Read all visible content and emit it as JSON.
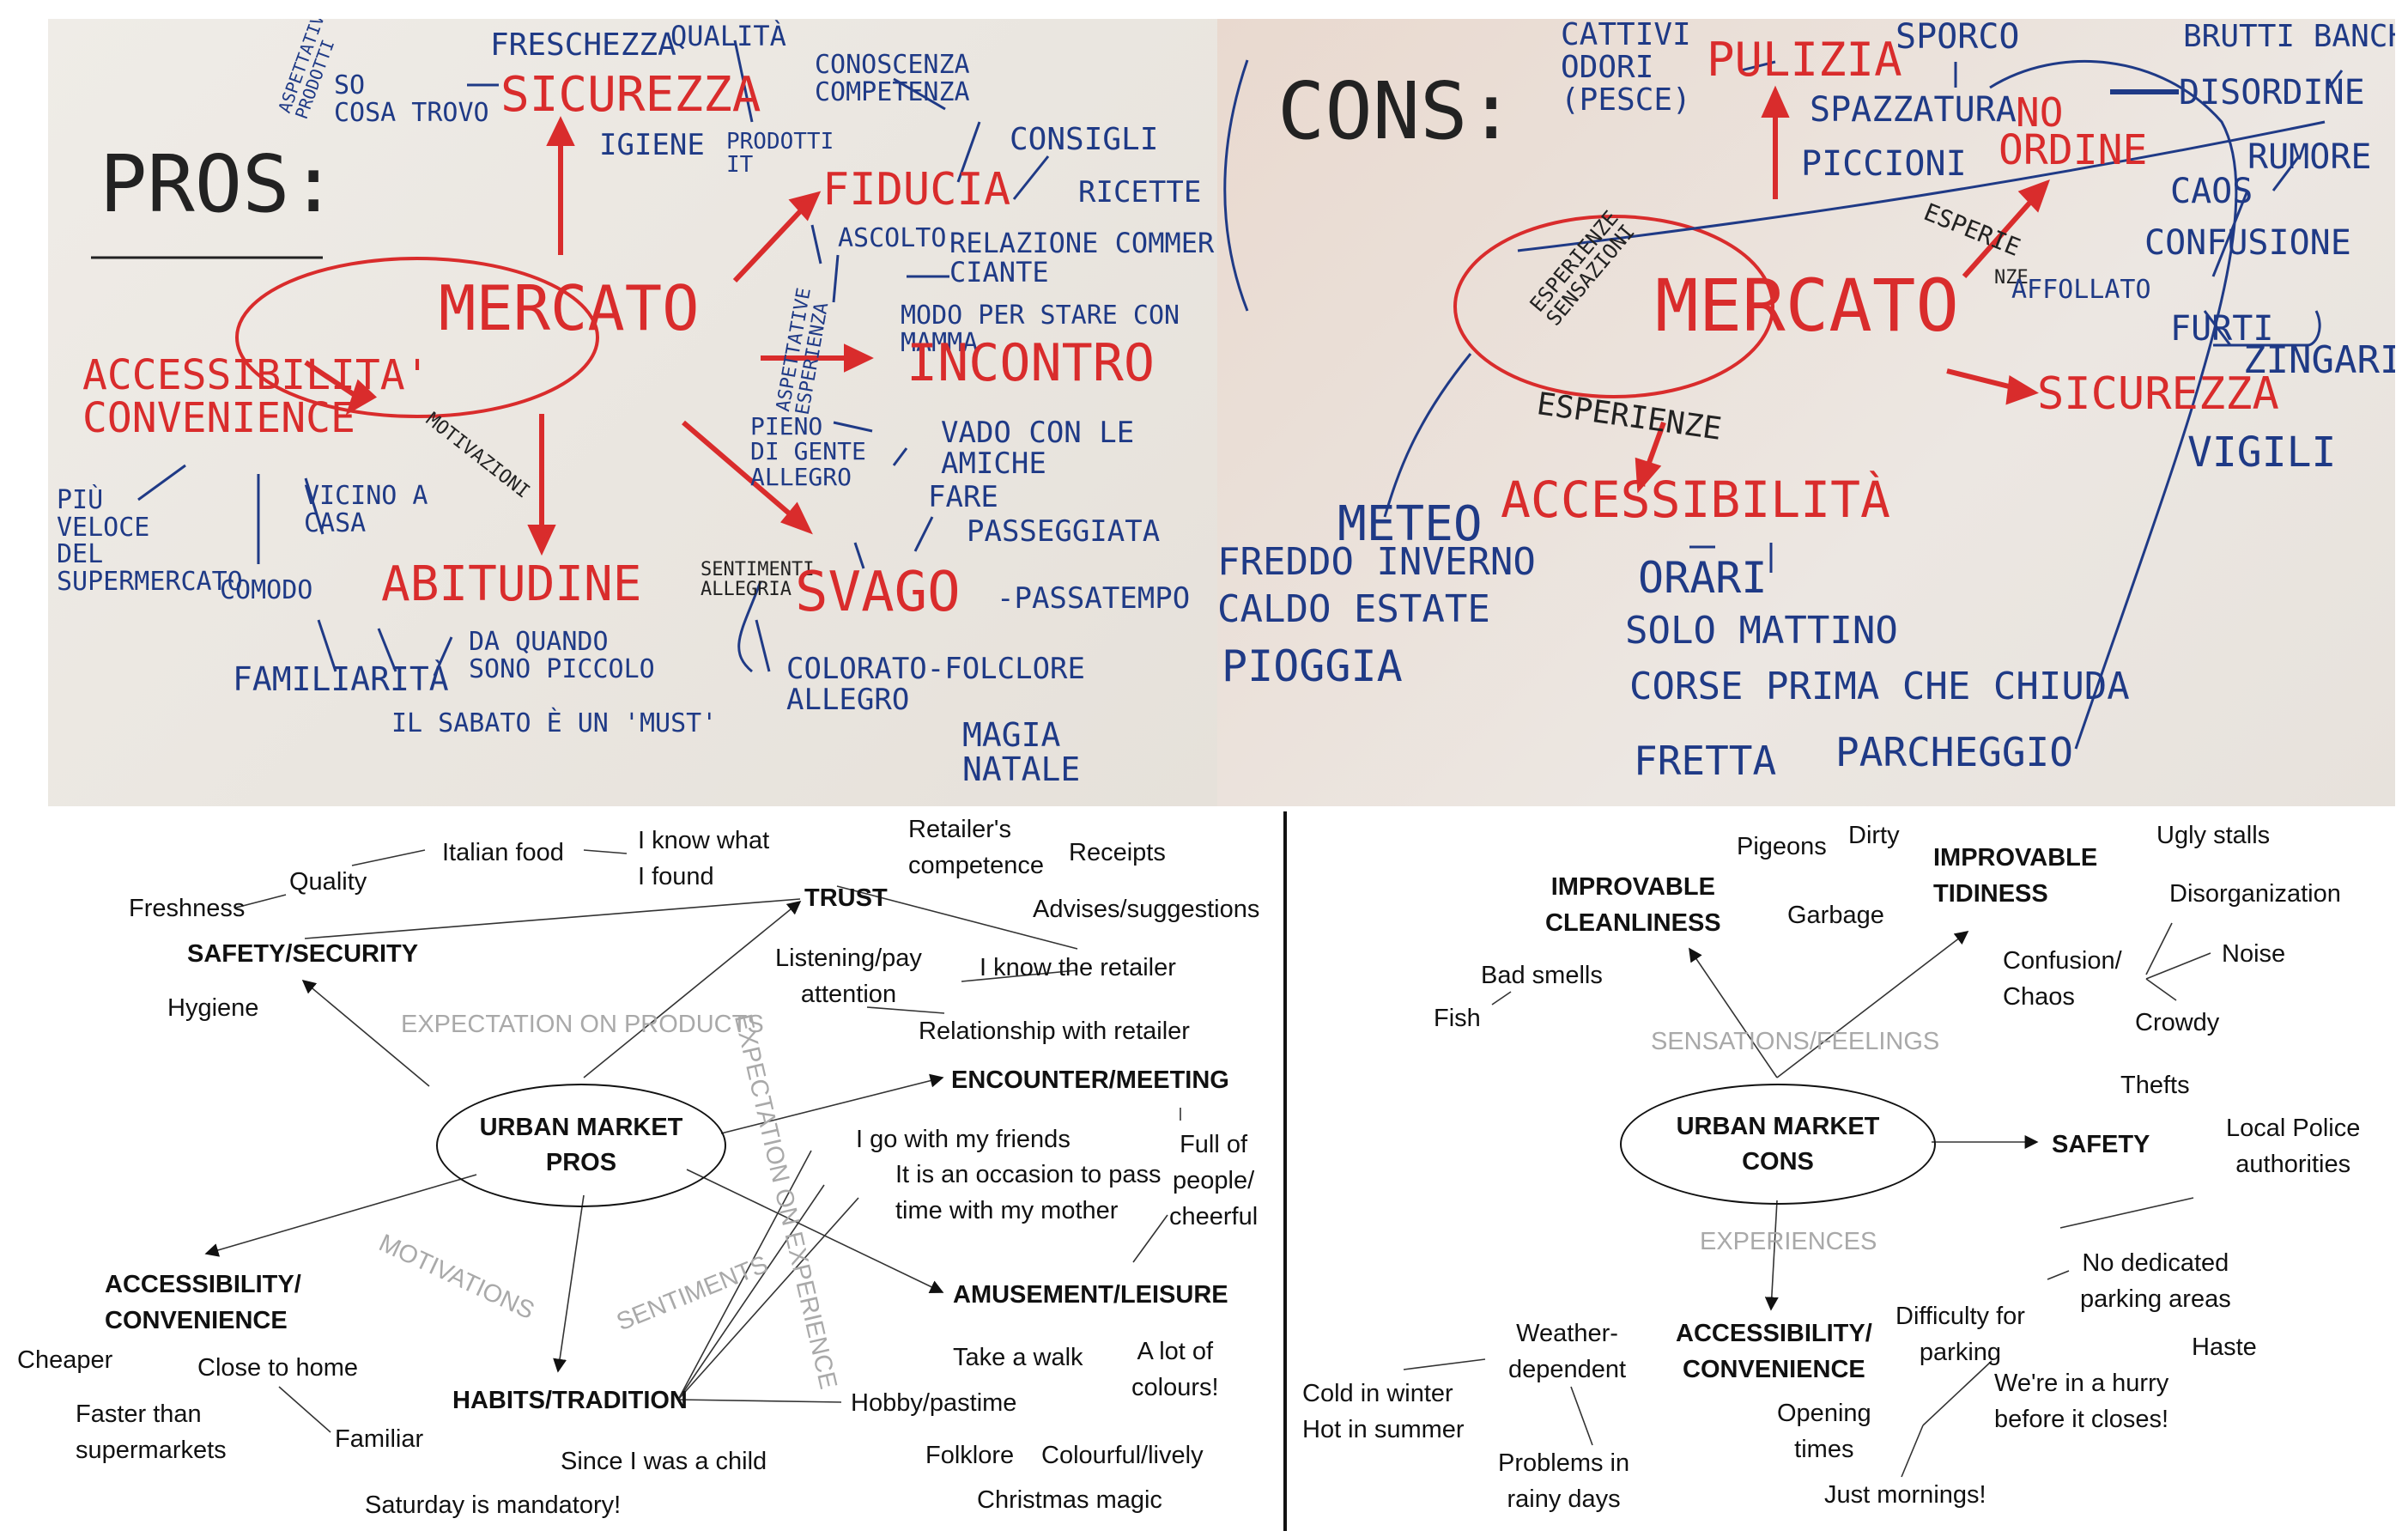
{
  "photo_pros": {
    "title": "PROS:",
    "center": "MERCATO",
    "sicurezza": "SICUREZZA",
    "freschezza": "FRESCHEZZA",
    "qualita": "QUALITÀ",
    "so_cosa_trovo": "SO\nCOSA TROVO",
    "aspettative_prodotti": "ASPETTATIVE\nPRODOTTI",
    "igiene": "IGIENE",
    "prodotti_it": "PRODOTTI\nIT",
    "conoscenza": "CONOSCENZA\nCOMPETENZA",
    "consigli": "CONSIGLI",
    "ricette": "RICETTE",
    "fiducia": "FIDUCIA",
    "ascolto": "ASCOLTO",
    "relazione": "RELAZIONE COMMER-\nCIANTE",
    "aspettative_esperienza": "ASPETTATIVE\nESPERIENZA",
    "modo": "MODO PER STARE CON\nMAMMA",
    "incontro": "INCONTRO",
    "accessibilita": "ACCESSIBILITA'\nCONVENIENCE",
    "motivazioni": "MOTIVAZIONI",
    "pieno": "PIENO\nDI GENTE\nALLEGRO",
    "vado": "VADO CON LE\nAMICHE",
    "piu_veloce": "PIÙ\nVELOCE\nDEL\nSUPERMERCATO",
    "vicino": "VICINO A\nCASA",
    "comodo": "COMODO",
    "abitudine": "ABITUDINE",
    "fare": "FARE",
    "passeggiata": "PASSEGGIATA",
    "sentimenti": "SENTIMENTI\nALLEGRIA",
    "svago": "SVAGO",
    "passatempo": "-PASSATEMPO",
    "familiarita": "FAMILIARITÀ",
    "da_quando": "DA QUANDO\nSONO PICCOLO",
    "colorato": "COLORATO-FOLCLORE\nALLEGRO",
    "sabato": "IL SABATO È UN 'MUST'",
    "magia": "MAGIA\nNATALE"
  },
  "photo_cons": {
    "title": "CONS:",
    "cattivi": "CATTIVI\nODORI\n(PESCE)",
    "pulizia": "PULIZIA",
    "sporco": "SPORCO",
    "spazzatura": "SPAZZATURA",
    "piccioni": "PICCIONI",
    "brutti": "BRUTTI BANCHI",
    "no": "NO",
    "ordine": "ORDINE",
    "disordine": "DISORDINE",
    "rumore": "RUMORE",
    "caos": "CAOS",
    "confusione": "CONFUSIONE",
    "esperienze_sensazioni": "ESPERIENZE\nSENSAZIONI",
    "esperienze_small": "ESPERIE",
    "nze": "NZE",
    "center": "MERCATO",
    "affollato": "AFFOLLATO",
    "furti": "FURTI",
    "zingari": "ZINGARI",
    "sicurezza": "SICUREZZA",
    "esperienze": "ESPERIENZE",
    "vigili": "VIGILI",
    "meteo": "METEO",
    "accessibilita": "ACCESSIBILITÀ",
    "freddo": "FREDDO INVERNO",
    "caldo": "CALDO ESTATE",
    "pioggia": "PIOGGIA",
    "orari": "ORARI",
    "solo": "SOLO MATTINO",
    "corse": "CORSE PRIMA CHE CHIUDA",
    "fretta": "FRETTA",
    "parcheggio": "PARCHEGGIO"
  },
  "pros": {
    "center": "URBAN MARKET\nPROS",
    "freshness": "Freshness",
    "quality": "Quality",
    "italian_food": "Italian food",
    "i_know_what": "I know what\nI found",
    "retailers_competence": "Retailer's\ncompetence",
    "receipts": "Receipts",
    "trust": "TRUST",
    "advises": "Advises/suggestions",
    "safety_security": "SAFETY/SECURITY",
    "listening": "Listening/pay\nattention",
    "i_know_retailer": "I know the retailer",
    "hygiene": "Hygiene",
    "exp_products": "EXPECTATION ON PRODUCTS",
    "exp_experience": "EXPECTATION ON EXPERIENCE",
    "relationship": "Relationship with retailer",
    "encounter": "ENCOUNTER/MEETING",
    "i_go_friends": "I go with my friends",
    "occasion": "It is an occasion to pass\ntime with my mother",
    "full_of": "Full of\npeople/\ncheerful",
    "motivations": "MOTIVATIONS",
    "sentiments": "SENTIMENTS",
    "amusement": "AMUSEMENT/LEISURE",
    "accessibility": "ACCESSIBILITY/\nCONVENIENCE",
    "cheaper": "Cheaper",
    "close_home": "Close to home",
    "take_walk": "Take a walk",
    "lot_colours": "A lot of\ncolours!",
    "faster": "Faster than\nsupermarkets",
    "familiar": "Familiar",
    "habits": "HABITS/TRADITION",
    "hobby": "Hobby/pastime",
    "since_child": "Since I was a child",
    "folklore": "Folklore",
    "colourful": "Colourful/lively",
    "saturday": "Saturday is mandatory!",
    "christmas": "Christmas magic"
  },
  "cons": {
    "center": "URBAN MARKET\nCONS",
    "pigeons": "Pigeons",
    "dirty": "Dirty",
    "ugly_stalls": "Ugly stalls",
    "improvable_cleanliness": "IMPROVABLE\nCLEANLINESS",
    "improvable_tidiness": "IMPROVABLE\nTIDINESS",
    "garbage": "Garbage",
    "disorganization": "Disorganization",
    "confusion": "Confusion/\nChaos",
    "noise": "Noise",
    "bad_smells": "Bad smells",
    "fish": "Fish",
    "crowdy": "Crowdy",
    "sensations": "SENSATIONS/FEELINGS",
    "thefts": "Thefts",
    "local_police": "Local Police\nauthorities",
    "safety": "SAFETY",
    "experiences": "EXPERIENCES",
    "no_parking": "No dedicated\nparking areas",
    "weather": "Weather-\ndependent",
    "difficulty": "Difficulty for\nparking",
    "accessibility": "ACCESSIBILITY/\nCONVENIENCE",
    "haste": "Haste",
    "hurry": "We're in a hurry\nbefore it closes!",
    "cold": "Cold in winter\nHot in summer",
    "opening": "Opening\ntimes",
    "rainy": "Problems in\nrainy days",
    "mornings": "Just mornings!"
  }
}
